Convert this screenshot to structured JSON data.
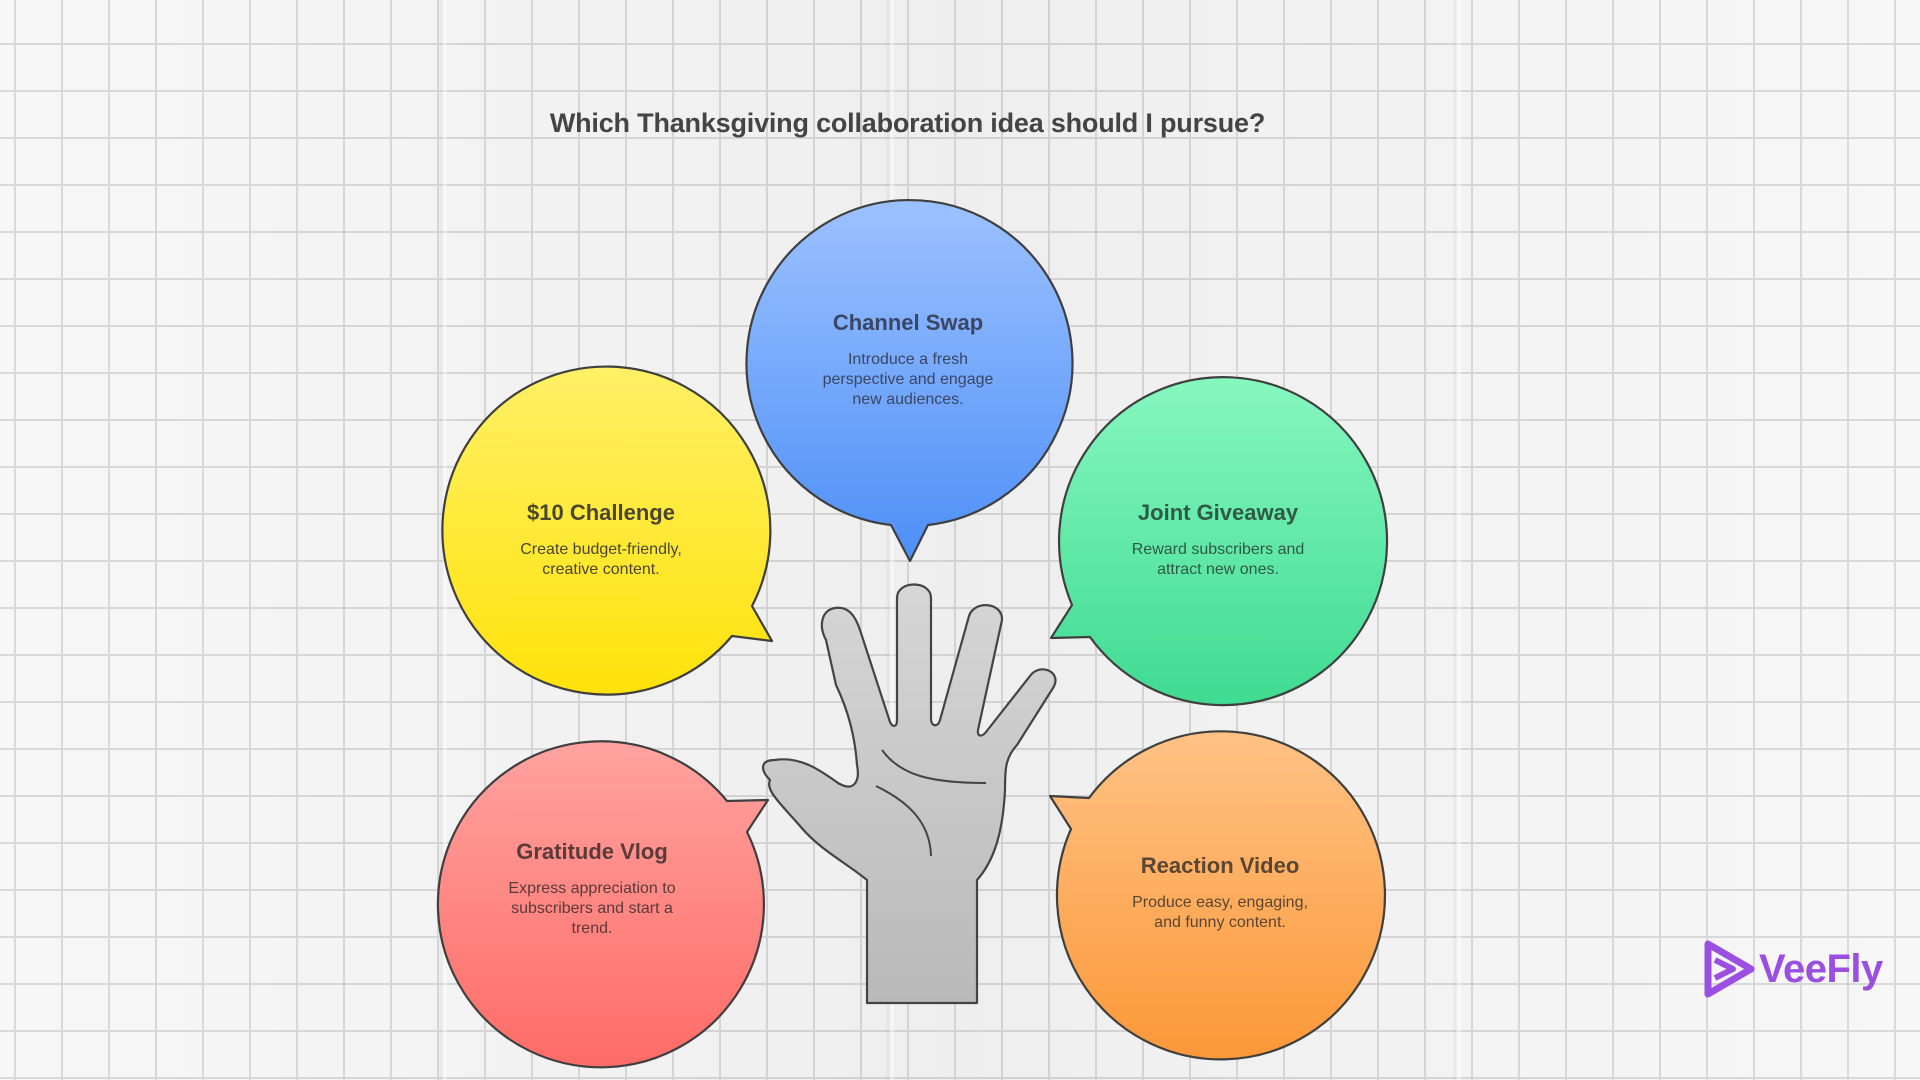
{
  "title": "Which Thanksgiving collaboration idea should I pursue?",
  "center_icon": "open-hand-icon",
  "ideas": [
    {
      "id": "channel-swap",
      "title": "Channel Swap",
      "description": "Introduce a fresh perspective and engage new audiences.",
      "color_top": "#9cc1ff",
      "color_bottom": "#4d8ff7",
      "text_color": "#3a4663"
    },
    {
      "id": "ten-dollar-challenge",
      "title": "$10 Challenge",
      "description": "Create budget-friendly, creative content.",
      "color_top": "#fff066",
      "color_bottom": "#ffe20a",
      "text_color": "#4a4630"
    },
    {
      "id": "joint-giveaway",
      "title": "Joint Giveaway",
      "description": "Reward subscribers and attract new ones.",
      "color_top": "#86f7bf",
      "color_bottom": "#3fdb91",
      "text_color": "#2f5a45"
    },
    {
      "id": "gratitude-vlog",
      "title": "Gratitude Vlog",
      "description": "Express appreciation to subscribers and start a trend.",
      "color_top": "#ffa3a0",
      "color_bottom": "#ff6b66",
      "text_color": "#5a3a3a"
    },
    {
      "id": "reaction-video",
      "title": "Reaction Video",
      "description": "Produce easy, engaging, and funny content.",
      "color_top": "#ffc285",
      "color_bottom": "#fb9838",
      "text_color": "#5a4632"
    }
  ],
  "logo": {
    "text": "VeeFly",
    "color": "#9b4fe0"
  }
}
